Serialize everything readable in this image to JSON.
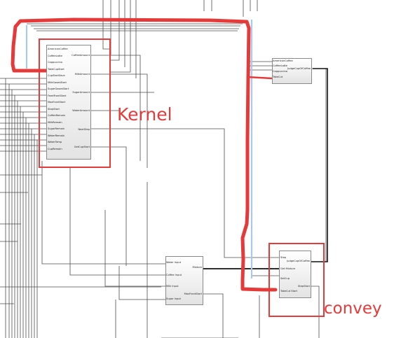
{
  "annotations": {
    "kernel_label": "Kernel",
    "convey_label": "convey"
  },
  "colors": {
    "highlight": "#e53a3a",
    "wire": "#4d4d4d",
    "selection": "#a9c8ea",
    "block_border": "#8a8a8a"
  },
  "blocks": {
    "kernel": {
      "inputs": [
        "AmericanCoffee",
        "CoffeeLatte",
        "Cappuccino",
        "TakeCupStart",
        "CupStartSave",
        "MilkGasesStart",
        "SugarGasesStart",
        "FeedFrontStart",
        "MaxFrontStart",
        "StepStart",
        "CoffeeRemain",
        "MilkRemain",
        "SugarRemain",
        "WaterRemain",
        "WaterTemp",
        "CupRemain"
      ],
      "outputs": [
        "CoffeeAmount",
        "MilkAmount",
        "SugarAmount",
        "WaterAmount",
        "NextStep",
        "GetCupStart"
      ]
    },
    "coffee_select": {
      "inputs": [
        "AmericanCoffee",
        "CoffeeLatte",
        "Cappuccino",
        "TakeCut"
      ],
      "outputs": [
        "JudgeCupOfCoffee"
      ]
    },
    "mixer": {
      "inputs": [
        "Water Input",
        "Coffee Input",
        "Milk Input",
        "Sugar Input"
      ],
      "outputs": [
        "Mixture",
        "MaxFrontStart"
      ]
    },
    "convey": {
      "inputs": [
        "Step",
        "Get Mixture",
        "SetCup",
        "TakeCut Start"
      ],
      "outputs": [
        "JudgeCupOfCoffee",
        "StepStart"
      ]
    }
  }
}
